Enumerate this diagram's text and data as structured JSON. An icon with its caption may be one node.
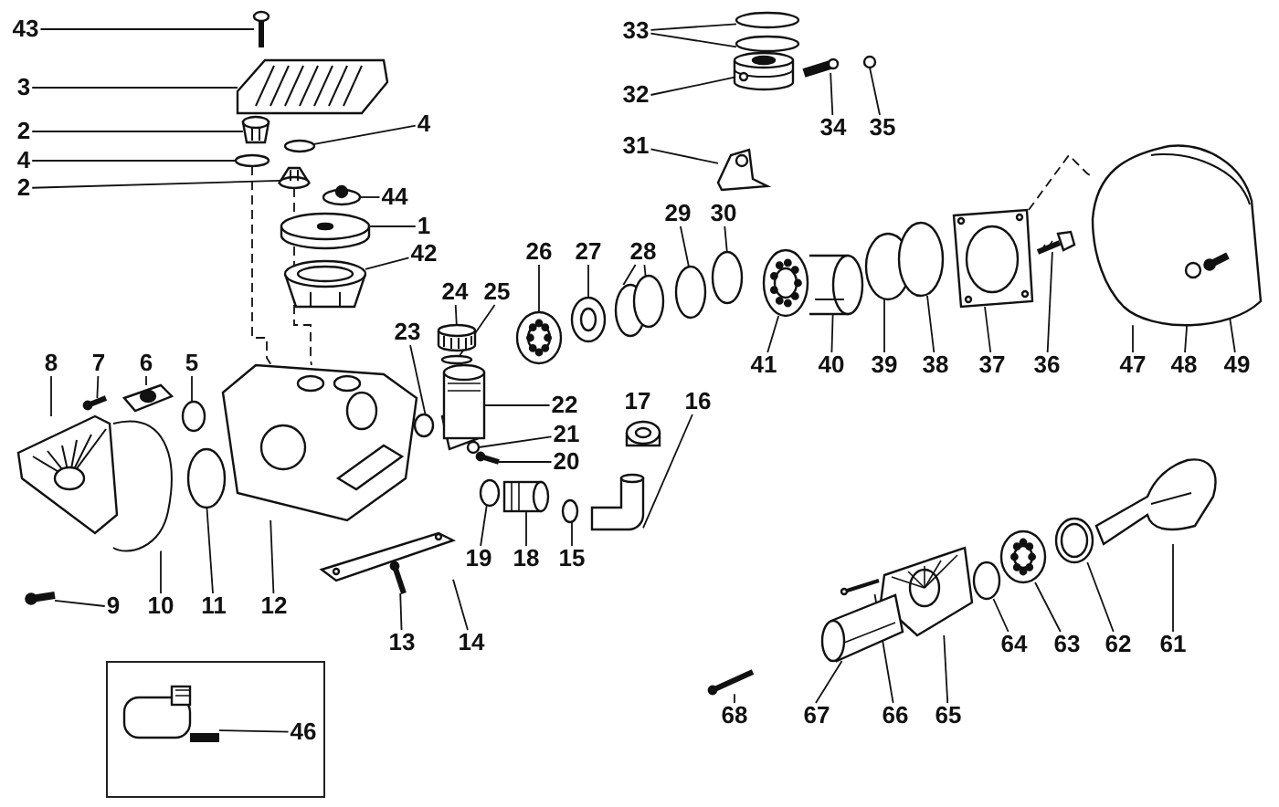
{
  "diagram": {
    "nodes": [
      {
        "text": [
          "43"
        ]
      },
      {
        "text": [
          "3"
        ]
      },
      {
        "text": [
          "2"
        ]
      },
      {
        "text": [
          "4"
        ]
      },
      {
        "text": [
          "4"
        ]
      },
      {
        "text": [
          "2"
        ]
      },
      {
        "text": [
          "44"
        ]
      },
      {
        "text": [
          "1"
        ]
      },
      {
        "text": [
          "42"
        ]
      },
      {
        "text": [
          "33"
        ]
      },
      {
        "text": [
          "32"
        ]
      },
      {
        "text": [
          "34"
        ]
      },
      {
        "text": [
          "35"
        ]
      },
      {
        "text": [
          "31"
        ]
      },
      {
        "text": [
          "26"
        ]
      },
      {
        "text": [
          "27"
        ]
      },
      {
        "text": [
          "28"
        ]
      },
      {
        "text": [
          "29"
        ]
      },
      {
        "text": [
          "30"
        ]
      },
      {
        "text": [
          "24"
        ]
      },
      {
        "text": [
          "25"
        ]
      },
      {
        "text": [
          "23"
        ]
      },
      {
        "text": [
          "8"
        ]
      },
      {
        "text": [
          "7"
        ]
      },
      {
        "text": [
          "6"
        ]
      },
      {
        "text": [
          "5"
        ]
      },
      {
        "text": [
          "41"
        ]
      },
      {
        "text": [
          "40"
        ]
      },
      {
        "text": [
          "39"
        ]
      },
      {
        "text": [
          "38"
        ]
      },
      {
        "text": [
          "37"
        ]
      },
      {
        "text": [
          "36"
        ]
      },
      {
        "text": [
          "47"
        ]
      },
      {
        "text": [
          "48"
        ]
      },
      {
        "text": [
          "49"
        ]
      },
      {
        "text": [
          "22"
        ]
      },
      {
        "text": [
          "21"
        ]
      },
      {
        "text": [
          "20"
        ]
      },
      {
        "text": [
          "16"
        ]
      },
      {
        "text": [
          "19"
        ]
      },
      {
        "text": [
          "18"
        ]
      },
      {
        "text": [
          "15"
        ]
      },
      {
        "text": [
          "9"
        ]
      },
      {
        "text": [
          "10"
        ]
      },
      {
        "text": [
          "11"
        ]
      },
      {
        "text": [
          "12"
        ]
      },
      {
        "text": [
          "13"
        ]
      },
      {
        "text": [
          "14"
        ]
      },
      {
        "text": [
          "61"
        ]
      },
      {
        "text": [
          "62"
        ]
      },
      {
        "text": [
          "63"
        ]
      },
      {
        "text": [
          "64"
        ]
      },
      {
        "text": [
          "65"
        ]
      },
      {
        "text": [
          "66"
        ]
      },
      {
        "text": [
          "67"
        ]
      },
      {
        "text": [
          "68"
        ]
      },
      {
        "text": [],
        "shape": "box"
      },
      {
        "text": [
          "46"
        ],
        "in": 56
      },
      {
        "text": [],
        "shape": "picture"
      },
      {
        "text": [],
        "shape": "picture"
      },
      {
        "text": [],
        "shape": "picture"
      },
      {
        "text": [],
        "shape": "circle"
      },
      {
        "text": [],
        "shape": "circle"
      },
      {
        "text": [],
        "shape": "picture"
      },
      {
        "text": [],
        "shape": "picture"
      },
      {
        "text": [],
        "shape": "picture"
      },
      {
        "text": [],
        "shape": "picture"
      },
      {
        "text": [],
        "shape": "circle"
      },
      {
        "text": [],
        "shape": "circle"
      },
      {
        "text": [],
        "shape": "picture"
      },
      {
        "text": [],
        "shape": "picture"
      },
      {
        "text": [],
        "shape": "circle"
      },
      {
        "text": [],
        "shape": "picture"
      },
      {
        "text": [],
        "shape": "picture"
      },
      {
        "text": [],
        "shape": "circle"
      },
      {
        "text": [],
        "shape": "circle"
      },
      {
        "text": [],
        "shape": "circle"
      },
      {
        "text": [],
        "shape": "circle"
      },
      {
        "text": [],
        "shape": "circle"
      },
      {
        "text": [],
        "shape": "picture"
      },
      {
        "text": [],
        "shape": "circle"
      },
      {
        "text": [],
        "shape": "circle"
      },
      {
        "text": [],
        "shape": "picture"
      },
      {
        "text": [],
        "shape": "picture"
      },
      {
        "text": [],
        "shape": "picture"
      },
      {
        "text": [],
        "shape": "circle"
      },
      {
        "text": [],
        "shape": "picture"
      },
      {
        "text": [],
        "shape": "picture"
      },
      {
        "text": [],
        "shape": "circle"
      },
      {
        "text": [],
        "shape": "circle"
      },
      {
        "text": [],
        "shape": "picture"
      },
      {
        "text": [],
        "shape": "picture"
      },
      {
        "text": [],
        "shape": "picture"
      },
      {
        "text": [],
        "shape": "circle",
        "in": 92
      },
      {
        "text": [],
        "shape": "picture",
        "in": 92
      },
      {
        "text": [],
        "shape": "picture"
      },
      {
        "text": [],
        "shape": "circle"
      },
      {
        "text": [],
        "shape": "picture"
      },
      {
        "text": [],
        "shape": "picture"
      },
      {
        "text": [],
        "shape": "circle"
      },
      {
        "text": [],
        "shape": "picture"
      },
      {
        "text": [],
        "shape": "circle"
      },
      {
        "text": [],
        "shape": "picture"
      },
      {
        "text": [],
        "shape": "picture"
      },
      {
        "text": [],
        "shape": "circle"
      },
      {
        "text": [],
        "shape": "picture"
      },
      {
        "text": [],
        "shape": "picture"
      },
      {
        "text": [],
        "shape": "picture"
      },
      {
        "text": [],
        "shape": "picture"
      },
      {
        "text": [],
        "shape": "picture"
      },
      {
        "text": [],
        "shape": "picture"
      },
      {
        "text": [],
        "shape": "circle"
      },
      {
        "text": [],
        "shape": "picture"
      },
      {
        "text": [],
        "shape": "picture"
      },
      {
        "text": [],
        "shape": "picture"
      },
      {
        "text": [],
        "shape": "picture"
      },
      {
        "text": [],
        "shape": "picture",
        "in": 56
      }
    ],
    "edges": [
      {
        "from": 0,
        "to": 58,
        "arrow": "none"
      },
      {
        "from": 1,
        "to": 59,
        "arrow": "none"
      },
      {
        "from": 2,
        "to": 60,
        "arrow": "none"
      },
      {
        "from": 3,
        "to": 61,
        "arrow": "none"
      },
      {
        "from": 4,
        "to": 62,
        "arrow": "none"
      },
      {
        "from": 5,
        "to": 63,
        "arrow": "none"
      },
      {
        "from": 6,
        "to": 64,
        "arrow": "none"
      },
      {
        "from": 7,
        "to": 65,
        "arrow": "none"
      },
      {
        "from": 8,
        "to": 66,
        "arrow": "none"
      },
      {
        "from": 9,
        "to": 67,
        "arrow": "none"
      },
      {
        "from": 9,
        "to": 68,
        "arrow": "none"
      },
      {
        "from": 10,
        "to": 69,
        "arrow": "none"
      },
      {
        "from": 11,
        "to": 70,
        "arrow": "none"
      },
      {
        "from": 12,
        "to": 71,
        "arrow": "none"
      },
      {
        "from": 13,
        "to": 72,
        "arrow": "none"
      },
      {
        "from": 14,
        "to": 73,
        "arrow": "none"
      },
      {
        "from": 15,
        "to": 74,
        "arrow": "none"
      },
      {
        "from": 16,
        "to": 75,
        "arrow": "none"
      },
      {
        "from": 16,
        "to": 76,
        "arrow": "none"
      },
      {
        "from": 17,
        "to": 77,
        "arrow": "none"
      },
      {
        "from": 18,
        "to": 78,
        "arrow": "none"
      },
      {
        "from": 19,
        "to": 79,
        "arrow": "none"
      },
      {
        "from": 20,
        "to": 80,
        "arrow": "none"
      },
      {
        "from": 21,
        "to": 81,
        "arrow": "none"
      },
      {
        "from": 22,
        "to": 82,
        "arrow": "none"
      },
      {
        "from": 23,
        "to": 83,
        "arrow": "none"
      },
      {
        "from": 24,
        "to": 84,
        "arrow": "none"
      },
      {
        "from": 25,
        "to": 85,
        "arrow": "none"
      },
      {
        "from": 26,
        "to": 86,
        "arrow": "none"
      },
      {
        "from": 27,
        "to": 87,
        "arrow": "none"
      },
      {
        "from": 28,
        "to": 88,
        "arrow": "none"
      },
      {
        "from": 29,
        "to": 89,
        "arrow": "none"
      },
      {
        "from": 30,
        "to": 90,
        "arrow": "none"
      },
      {
        "from": 31,
        "to": 91,
        "arrow": "none"
      },
      {
        "from": 32,
        "to": 92,
        "arrow": "none"
      },
      {
        "from": 33,
        "to": 93,
        "arrow": "none"
      },
      {
        "from": 34,
        "to": 94,
        "arrow": "none"
      },
      {
        "from": 35,
        "to": 95,
        "arrow": "none"
      },
      {
        "from": 36,
        "to": 96,
        "arrow": "none"
      },
      {
        "from": 37,
        "to": 97,
        "arrow": "none"
      },
      {
        "from": 38,
        "to": 98,
        "arrow": "none"
      },
      {
        "from": 39,
        "to": 99,
        "arrow": "none"
      },
      {
        "from": 40,
        "to": 100,
        "arrow": "none"
      },
      {
        "from": 41,
        "to": 101,
        "arrow": "none"
      },
      {
        "from": 42,
        "to": 102,
        "arrow": "none"
      },
      {
        "from": 43,
        "to": 103,
        "arrow": "none"
      },
      {
        "from": 44,
        "to": 104,
        "arrow": "none"
      },
      {
        "from": 45,
        "to": 105,
        "arrow": "none"
      },
      {
        "from": 46,
        "to": 106,
        "arrow": "none"
      },
      {
        "from": 47,
        "to": 107,
        "arrow": "none"
      },
      {
        "from": 48,
        "to": 108,
        "arrow": "none"
      },
      {
        "from": 49,
        "to": 109,
        "arrow": "none"
      },
      {
        "from": 50,
        "to": 110,
        "arrow": "none"
      },
      {
        "from": 51,
        "to": 111,
        "arrow": "none"
      },
      {
        "from": 52,
        "to": 112,
        "arrow": "none"
      },
      {
        "from": 53,
        "to": 113,
        "arrow": "none"
      },
      {
        "from": 54,
        "to": 114,
        "arrow": "none"
      },
      {
        "from": 55,
        "to": 115,
        "arrow": "none"
      },
      {
        "from": 57,
        "to": 116,
        "arrow": "none"
      },
      {
        "from": 62,
        "to": 105,
        "arrow": "none",
        "style": "dashed"
      },
      {
        "from": 63,
        "to": 105,
        "arrow": "none",
        "style": "dashed"
      },
      {
        "from": 90,
        "to": 92,
        "arrow": "none",
        "style": "dashed"
      }
    ],
    "labels": [
      "17"
    ]
  }
}
